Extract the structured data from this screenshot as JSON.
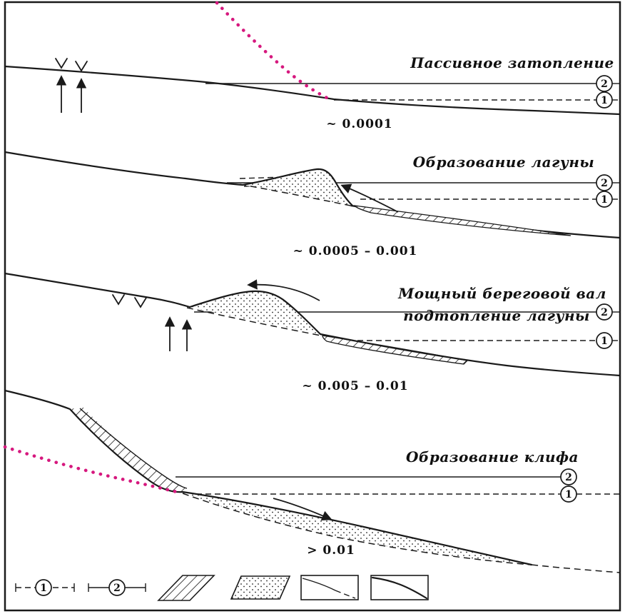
{
  "diagram": {
    "panels": [
      {
        "title": "Пассивное затопление",
        "rate": "~ 0.0001"
      },
      {
        "title": "Образование лагуны",
        "rate": "~ 0.0005 – 0.001"
      },
      {
        "title": "Мощный береговой вал",
        "subtitle": "подтопление лагуны",
        "rate": "~ 0.005 – 0.01"
      },
      {
        "title": "Образование клифа",
        "rate": "> 0.01"
      }
    ],
    "markers": {
      "one": "1",
      "two": "2"
    },
    "colors": {
      "ink": "#1a1a1a",
      "accent": "#d6187e",
      "paper": "#ffffff"
    }
  }
}
